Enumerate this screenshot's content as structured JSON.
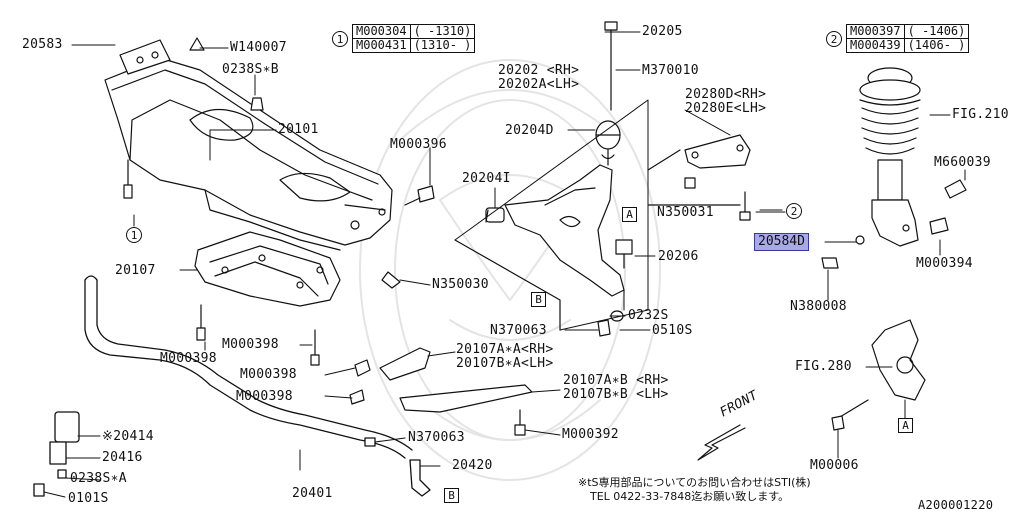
{
  "labels": {
    "p20583": "20583",
    "w140007": "W140007",
    "p0238sb": "0238S∗B",
    "p20101": "20101",
    "m000396": "M000396",
    "p20107": "20107",
    "m000398a": "M000398",
    "m000398b": "M000398",
    "m000398c": "M000398",
    "m000398d": "M000398",
    "n350030": "N350030",
    "n350031": "N350031",
    "p20205": "20205",
    "p20202rh": "20202 <RH>",
    "p20202alh": "20202A<LH>",
    "m370010": "M370010",
    "p20204d": "20204D",
    "p20204i": "20204I",
    "p20206": "20206",
    "p0232s": "0232S",
    "p0510s": "0510S",
    "n370063a": "N370063",
    "n370063b": "N370063",
    "p20107aa": "20107A∗A<RH>",
    "p20107ba": "20107B∗A<LH>",
    "p20107ab": "20107A∗B <RH>",
    "p20107bb": "20107B∗B <LH>",
    "m000392": "M000392",
    "p20280d": "20280D<RH>",
    "p20280e": "20280E<LH>",
    "fig210": "FIG.210",
    "m660039": "M660039",
    "p20584d": "20584D",
    "m000394": "M000394",
    "n380008": "N380008",
    "fig280": "FIG.280",
    "m00006": "M00006",
    "p20414": "※20414",
    "p20416": "20416",
    "p0238sa": "0238S∗A",
    "p0101s": "0101S",
    "p20401": "20401",
    "p20420": "20420",
    "front": "FRONT",
    "diagram_id": "A200001220"
  },
  "ref_table_1": {
    "marker": "1",
    "rows": [
      {
        "code": "M000304",
        "range": "( -1310)"
      },
      {
        "code": "M000431",
        "range": "(1310- )"
      }
    ]
  },
  "ref_table_2": {
    "marker": "2",
    "rows": [
      {
        "code": "M000397",
        "range": "( -1406)"
      },
      {
        "code": "M000439",
        "range": "(1406- )"
      }
    ]
  },
  "markers": {
    "circle1": "1",
    "circle2": "2",
    "boxA1": "A",
    "boxA2": "A",
    "boxB1": "B",
    "boxB2": "B"
  },
  "note": {
    "line1": "※tS専用部品についてのお問い合わせはSTI(株)",
    "line2": "TEL 0422-33-7848迄お願い致します。"
  },
  "colors": {
    "ink": "#111111",
    "highlight_fill": "#a9a9e6",
    "highlight_border": "#3a3a9a",
    "watermark": "#e4e4e4"
  }
}
